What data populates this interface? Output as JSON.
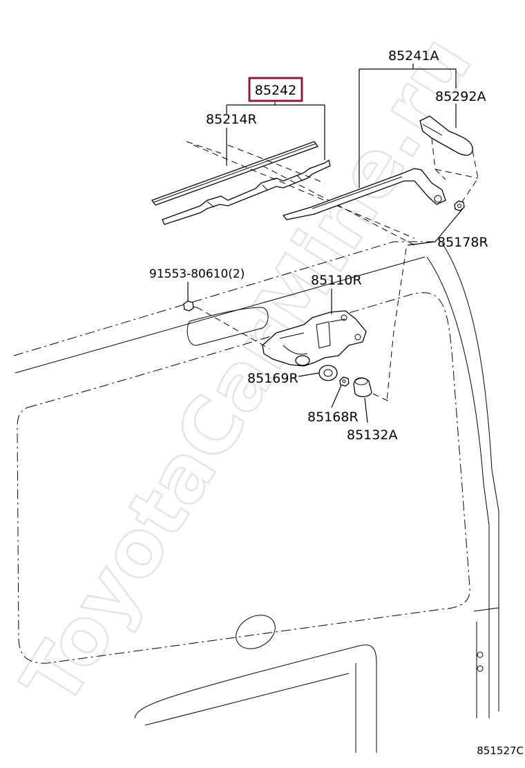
{
  "labels": {
    "rear_wiper_blade": "85242",
    "wiper_blade_rubber": "85214R",
    "wiper_arm": "85241A",
    "arm_cover": "85292A",
    "arm_nut": "85178R",
    "bolt": "91553-80610(2)",
    "wiper_motor": "85110R",
    "grommet": "85169R",
    "nut": "85168R",
    "pivot_cap": "85132A"
  },
  "highlight_color": "#8b1a3a",
  "watermark": "ToyotaCarMine.ru",
  "diagram_code": "851527C"
}
